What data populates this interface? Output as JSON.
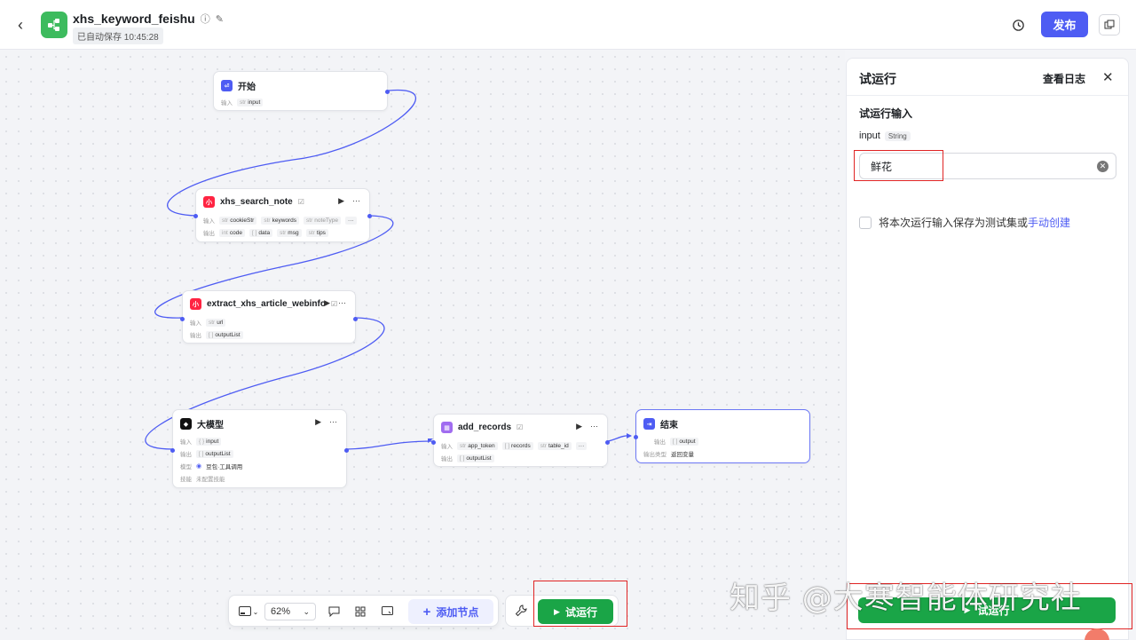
{
  "header": {
    "title": "xhs_keyword_feishu",
    "saved_label": "已自动保存 10:45:28",
    "publish_label": "发布"
  },
  "colors": {
    "accent": "#4e5cf3",
    "run_green": "#1aa547",
    "highlight_red": "#e02424",
    "app_green": "#3dbb5e"
  },
  "nodes": {
    "start": {
      "title": "开始",
      "input_label": "输入",
      "input_var": "input",
      "input_type": "str"
    },
    "search": {
      "title": "xhs_search_note",
      "input_label": "输入",
      "output_label": "输出",
      "inputs": [
        {
          "type": "str",
          "name": "cookieStr"
        },
        {
          "type": "str",
          "name": "keywords"
        },
        {
          "type": "str",
          "name": "noteType"
        }
      ],
      "outputs": [
        {
          "type": "int",
          "name": "code"
        },
        {
          "type": "[ ]",
          "name": "data"
        },
        {
          "type": "str",
          "name": "msg"
        },
        {
          "type": "str",
          "name": "tips"
        }
      ]
    },
    "extract": {
      "title": "extract_xhs_article_webinfo",
      "input_label": "输入",
      "output_label": "输出",
      "inputs": [
        {
          "type": "str",
          "name": "url"
        }
      ],
      "outputs": [
        {
          "type": "[ ]",
          "name": "outputList"
        }
      ]
    },
    "llm": {
      "title": "大模型",
      "input_label": "输入",
      "output_label": "输出",
      "model_label": "模型",
      "skill_label": "技能",
      "inputs": [
        {
          "type": "{ }",
          "name": "input"
        }
      ],
      "outputs": [
        {
          "type": "[ ]",
          "name": "outputList"
        }
      ],
      "model_value": "豆包·工具调用",
      "skill_value": "未配置技能"
    },
    "records": {
      "title": "add_records",
      "input_label": "输入",
      "output_label": "输出",
      "inputs": [
        {
          "type": "str",
          "name": "app_token"
        },
        {
          "type": "[ ]",
          "name": "records"
        },
        {
          "type": "str",
          "name": "table_id"
        }
      ],
      "outputs": [
        {
          "type": "[ ]",
          "name": "outputList"
        }
      ]
    },
    "end": {
      "title": "结束",
      "output_label": "输出",
      "output_var": "output",
      "output_type": "[ ]",
      "output_kind_label": "输出类型",
      "output_kind_value": "返回变量"
    }
  },
  "toolbar": {
    "zoom": "62%",
    "add_node_label": "添加节点",
    "run_label": "试运行"
  },
  "panel": {
    "title": "试运行",
    "view_log_label": "查看日志",
    "section_title": "试运行输入",
    "field_name": "input",
    "field_type": "String",
    "field_value": "鲜花",
    "save_text": "将本次运行输入保存为测试集或",
    "save_link": "手动创建",
    "run_label": "试运行"
  },
  "watermark": "知乎 @大寒智能体研究社"
}
